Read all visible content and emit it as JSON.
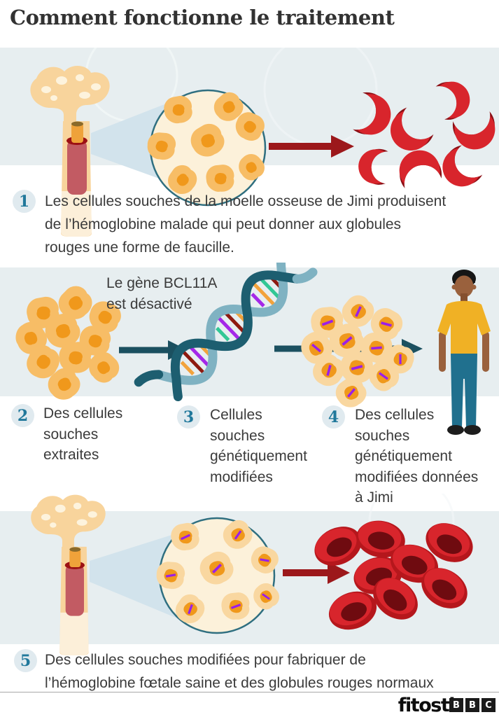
{
  "title": "Comment fonctionne le traitement",
  "gene_label": {
    "lines": [
      "Le gène BCL11A",
      "est désactivé"
    ]
  },
  "steps": [
    {
      "num": "1",
      "lines": [
        "Les cellules souches de la moelle osseuse de Jimi produisent",
        "de l’hémoglobine malade qui peut donner aux globules",
        "rouges une forme de faucille."
      ]
    },
    {
      "num": "2",
      "lines": [
        "Des cellules",
        "souches",
        "extraites"
      ]
    },
    {
      "num": "3",
      "lines": [
        "Cellules",
        "souches",
        "génétiquement",
        "modifiées"
      ]
    },
    {
      "num": "4",
      "lines": [
        "Des cellules",
        "souches",
        "génétiquement",
        "modifiées données",
        "à Jimi"
      ]
    },
    {
      "num": "5",
      "lines": [
        "Des cellules souches modifiées pour fabriquer de",
        "l’hémoglobine fœtale saine et des globules rouges normaux"
      ]
    }
  ],
  "footer": {
    "watermark": "fitosti",
    "logo": [
      "B",
      "B",
      "C"
    ]
  },
  "colors": {
    "band_background": "#e7eef0",
    "accent_teal": "#20789b",
    "dark_teal": "#1b5060",
    "dark_red": "#9c181b",
    "blood_red": "#d8252c",
    "cell_orange": "#f7bd66",
    "cell_pale": "#f9d7a0",
    "nucleus_orange": "#f0981b",
    "edit_purple": "#9b1fe8",
    "text": "#3b3b3b"
  }
}
